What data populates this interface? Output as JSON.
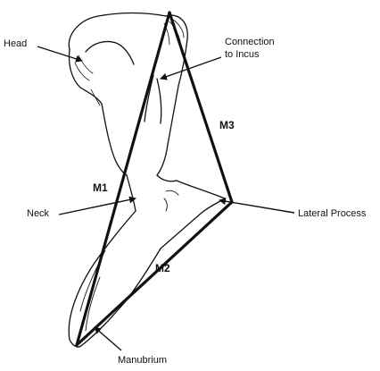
{
  "labels": {
    "head": "Head",
    "connection_line1": "Connection",
    "connection_line2": "to Incus",
    "neck": "Neck",
    "lateral_process": "Lateral Process",
    "manubrium": "Manubrium"
  },
  "segments": {
    "m1": "M1",
    "m2": "M2",
    "m3": "M3"
  },
  "colors": {
    "ink": "#111111",
    "background": "#ffffff"
  }
}
